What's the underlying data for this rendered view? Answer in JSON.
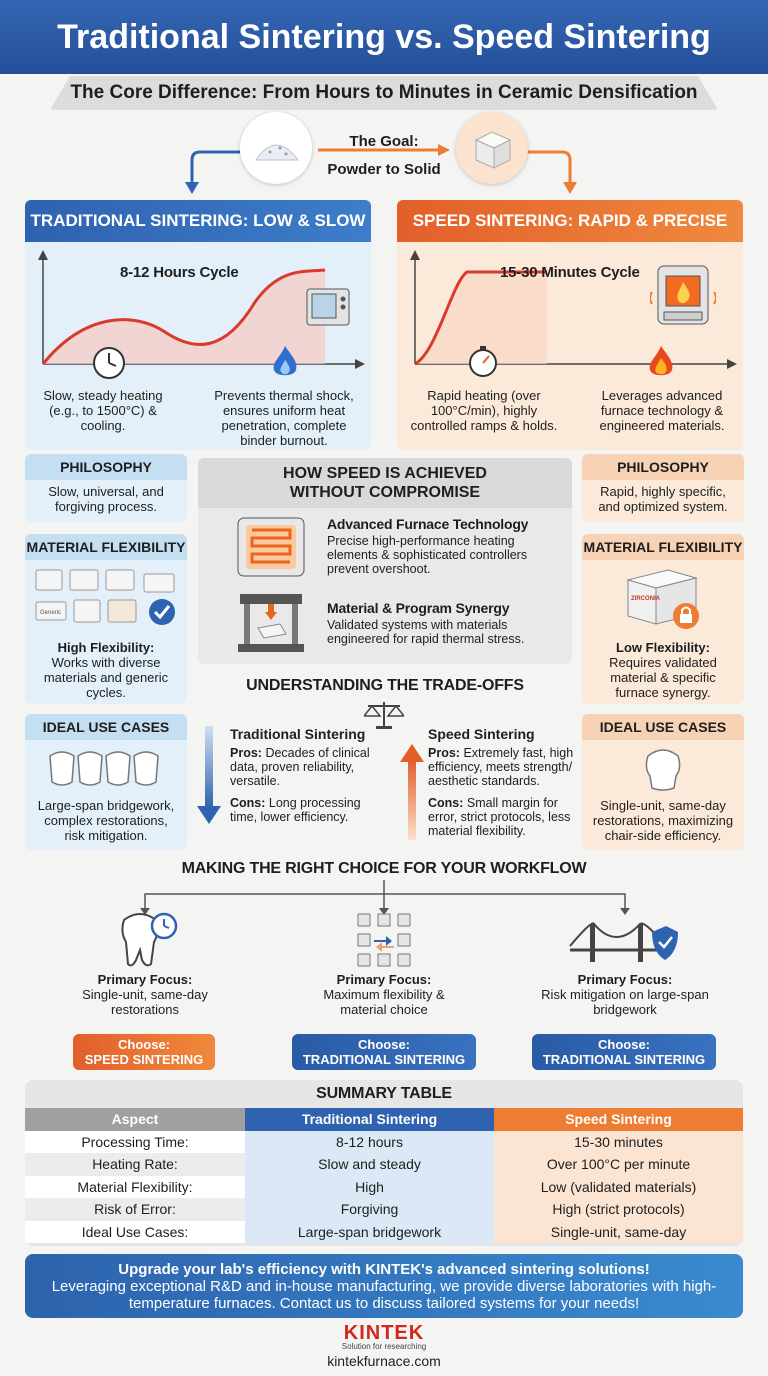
{
  "header": {
    "title": "Traditional Sintering vs. Speed Sintering",
    "subtitle": "The Core Difference: From Hours to Minutes in Ceramic Densification"
  },
  "goal": {
    "label": "The Goal:",
    "text": "Powder to Solid"
  },
  "traditional": {
    "heading": "TRADITIONAL SINTERING: LOW & SLOW",
    "cycle": "8-12 Hours Cycle",
    "note_left": "Slow, steady heating (e.g., to 1500°C) & cooling.",
    "note_right": "Prevents thermal shock, ensures uniform heat penetration, complete binder burnout.",
    "philosophy_title": "PHILOSOPHY",
    "philosophy_text": "Slow, universal, and forgiving process.",
    "flex_title": "MATERIAL FLEXIBILITY",
    "flex_bold": "High Flexibility:",
    "flex_text": "Works with diverse materials and generic cycles.",
    "use_title": "IDEAL USE CASES",
    "use_text": "Large-span bridgework, complex restorations, risk mitigation.",
    "tape_label": "Generic"
  },
  "speed": {
    "heading": "SPEED SINTERING: RAPID & PRECISE",
    "cycle": "15-30 Minutes Cycle",
    "note_left": "Rapid heating (over 100°C/min), highly controlled ramps & holds.",
    "note_right": "Leverages advanced furnace technology & engineered materials.",
    "philosophy_title": "PHILOSOPHY",
    "philosophy_text": "Rapid, highly specific, and optimized system.",
    "flex_title": "MATERIAL FLEXIBILITY",
    "flex_bold": "Low Flexibility:",
    "flex_text": "Requires validated material & specific furnace synergy.",
    "use_title": "IDEAL USE CASES",
    "use_text": "Single-unit, same-day restorations, maximizing chair-side efficiency.",
    "box_label": "ZIRCONIA"
  },
  "how": {
    "title_line1": "HOW SPEED IS ACHIEVED",
    "title_line2": "WITHOUT COMPROMISE",
    "f1_title": "Advanced Furnace Technology",
    "f1_text": "Precise high-performance heating elements & sophisticated controllers prevent overshoot.",
    "f2_title": "Material & Program Synergy",
    "f2_text": "Validated systems with materials engineered for rapid thermal stress."
  },
  "tradeoffs": {
    "title": "UNDERSTANDING THE TRADE-OFFS",
    "trad_title": "Traditional Sintering",
    "trad_pros_label": "Pros:",
    "trad_pros": "Decades of clinical data, proven reliability, versatile.",
    "trad_cons_label": "Cons:",
    "trad_cons": "Long processing time, lower efficiency.",
    "speed_title": "Speed Sintering",
    "speed_pros_label": "Pros:",
    "speed_pros": "Extremely fast, high efficiency, meets strength/ aesthetic standards.",
    "speed_cons_label": "Cons:",
    "speed_cons": "Small margin for error, strict protocols, less material flexibility."
  },
  "choice": {
    "title": "MAKING THE RIGHT CHOICE FOR YOUR WORKFLOW",
    "focus_label": "Primary Focus:",
    "c1_text": "Single-unit, same-day restorations",
    "c2_text": "Maximum flexibility & material choice",
    "c3_text": "Risk mitigation on large-span bridgework",
    "choose_label": "Choose:",
    "c1_choice": "SPEED SINTERING",
    "c2_choice": "TRADITIONAL SINTERING",
    "c3_choice": "TRADITIONAL SINTERING"
  },
  "table": {
    "title": "SUMMARY TABLE",
    "headers": [
      "Aspect",
      "Traditional Sintering",
      "Speed Sintering"
    ],
    "rows": [
      [
        "Processing Time:",
        "8-12 hours",
        "15-30 minutes"
      ],
      [
        "Heating Rate:",
        "Slow and steady",
        "Over 100°C per minute"
      ],
      [
        "Material Flexibility:",
        "High",
        "Low (validated materials)"
      ],
      [
        "Risk of Error:",
        "Forgiving",
        "High (strict protocols)"
      ],
      [
        "Ideal Use Cases:",
        "Large-span bridgework",
        "Single-unit, same-day"
      ]
    ]
  },
  "cta": {
    "headline": "Upgrade your lab's efficiency with KINTEK's advanced sintering solutions!",
    "body": "Leveraging exceptional R&D and in-house manufacturing, we provide diverse laboratories with high-temperature furnaces. Contact us to discuss tailored systems for your needs!"
  },
  "brand": {
    "name": "KINTEK",
    "tagline": "Solution for researching",
    "url": "kintekfurnace.com"
  },
  "colors": {
    "traditional_blue": "#2f62b0",
    "speed_orange": "#ee7c33",
    "curve_red": "#d93a2b"
  }
}
